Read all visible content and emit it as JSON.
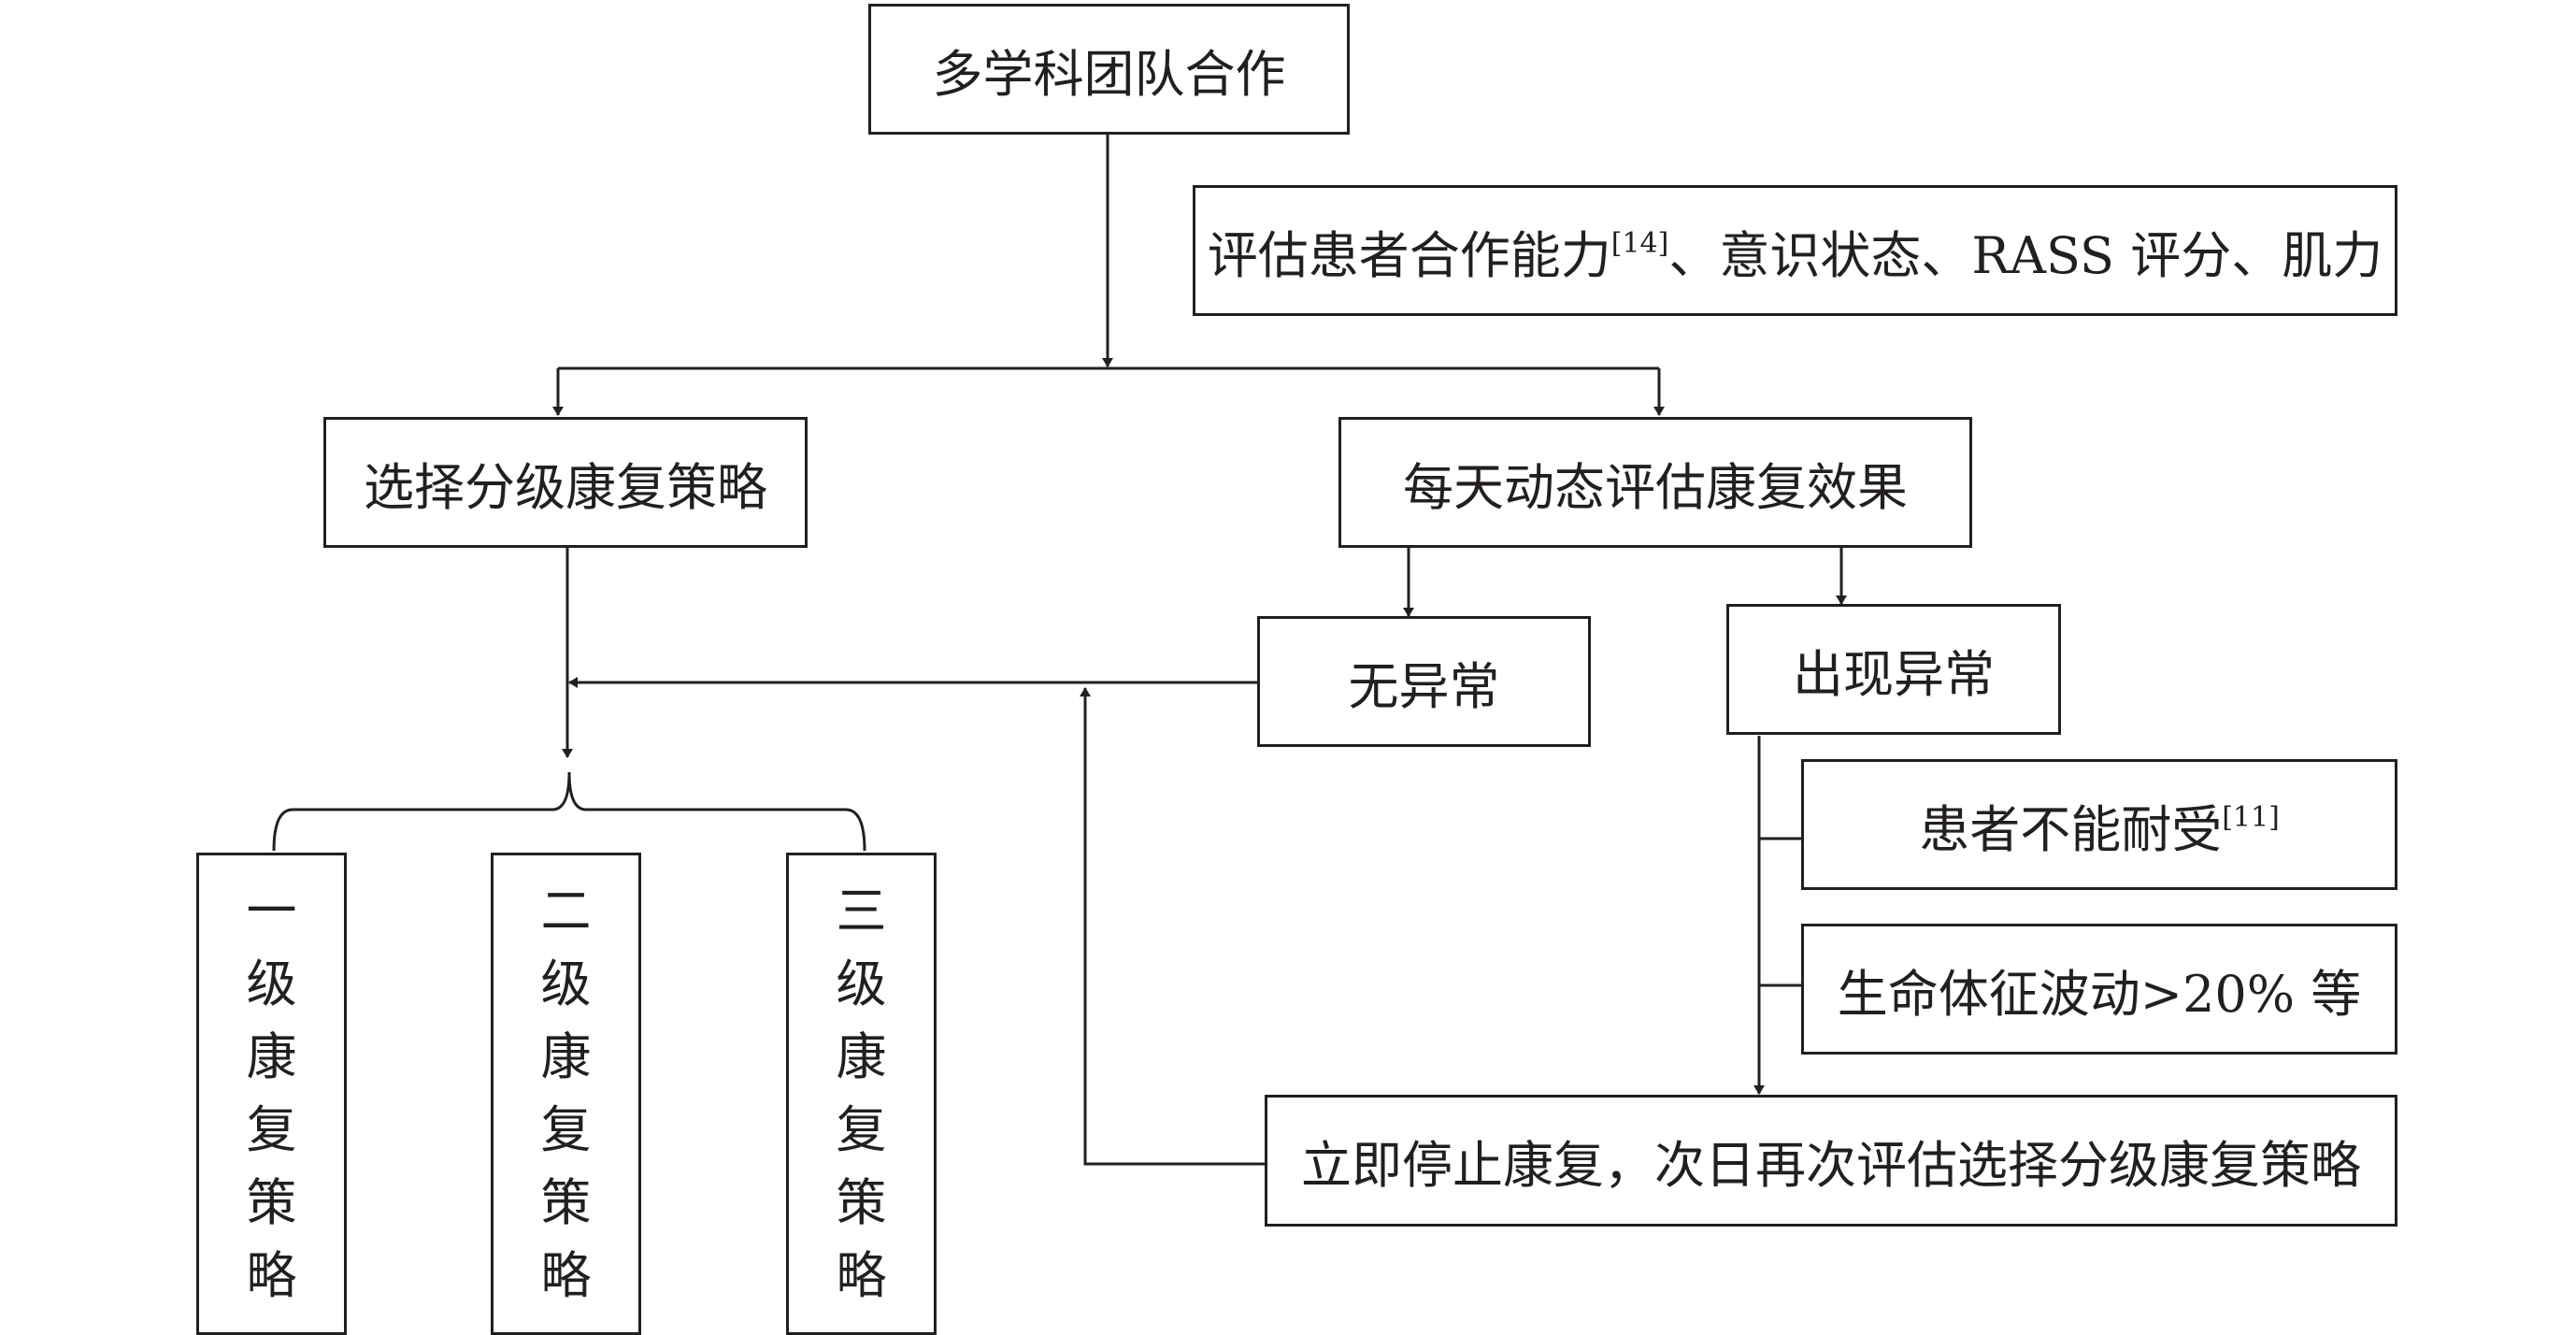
{
  "diagram": {
    "team": "多学科团队合作",
    "assess": {
      "before": "评估患者合作能力",
      "ref": "[14]",
      "after": "、意识状态、RASS 评分、肌力"
    },
    "choose_strategy": "选择分级康复策略",
    "daily_eval": "每天动态评估康复效果",
    "no_abnormal": "无异常",
    "abnormal": "出现异常",
    "intolerant": {
      "text": "患者不能耐受",
      "ref": "[11]"
    },
    "vitals": "生命体征波动>20% 等",
    "stop": "立即停止康复，次日再次评估选择分级康复策略",
    "levels": [
      {
        "chars": [
          "一",
          "级",
          "康",
          "复",
          "策",
          "略"
        ]
      },
      {
        "chars": [
          "二",
          "级",
          "康",
          "复",
          "策",
          "略"
        ]
      },
      {
        "chars": [
          "三",
          "级",
          "康",
          "复",
          "策",
          "略"
        ]
      }
    ]
  }
}
